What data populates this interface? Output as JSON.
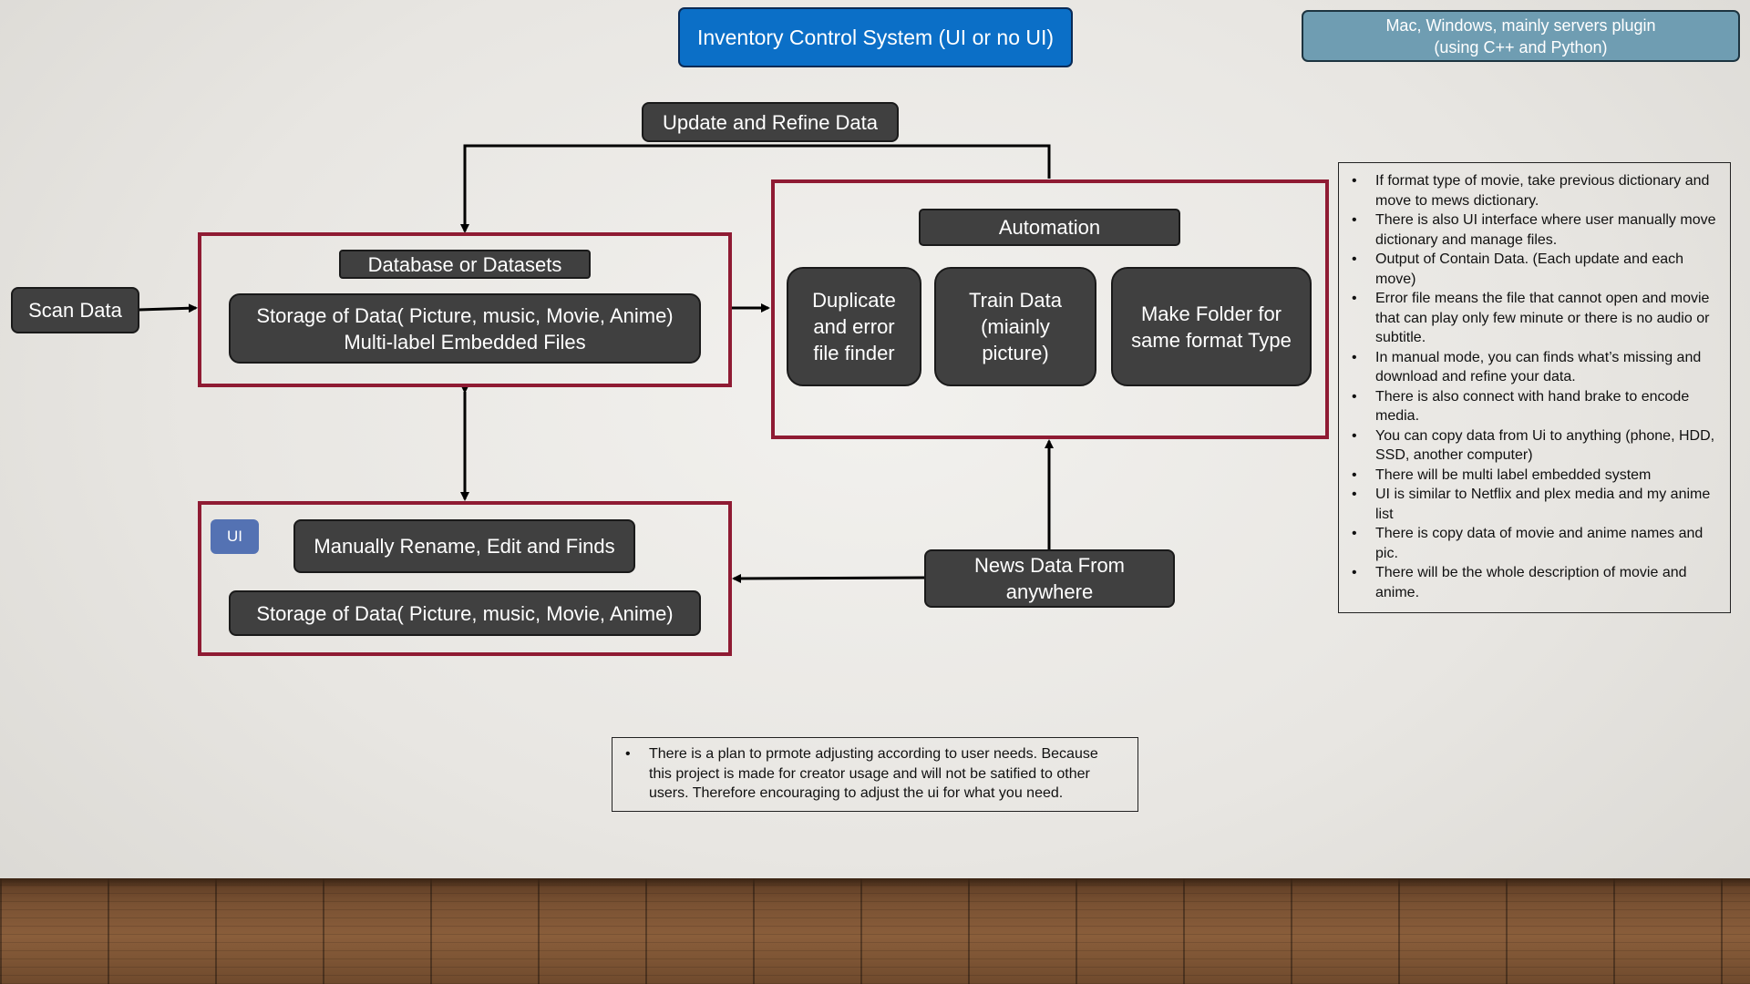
{
  "title": "Inventory Control System (UI or no UI)",
  "platform_note": {
    "line1": "Mac, Windows, mainly servers plugin",
    "line2": "(using C++ and Python)"
  },
  "update_label": "Update and Refine Data",
  "scan_label": "Scan Data",
  "database": {
    "heading": "Database or Datasets",
    "storage_line1": "Storage of Data( Picture, music, Movie, Anime)",
    "storage_line2": "Multi-label Embedded Files"
  },
  "automation": {
    "heading": "Automation",
    "dup_line1": "Duplicate",
    "dup_line2": "and error",
    "dup_line3": "file finder",
    "train_line1": "Train Data",
    "train_line2": "(miainly",
    "train_line3": "picture)",
    "folder_line1": "Make Folder for",
    "folder_line2": "same format Type"
  },
  "ui_section": {
    "badge": "UI",
    "manual": "Manually Rename, Edit and Finds",
    "storage": "Storage of Data( Picture, music, Movie, Anime)"
  },
  "news": {
    "line1": "News Data From",
    "line2": "anywhere"
  },
  "notes": [
    "If format type of movie, take previous dictionary and move to mews dictionary.",
    "There is also UI interface where user manually move dictionary and manage files.",
    "Output of Contain Data. (Each update and each move)",
    "Error file means the file that cannot open and movie that can play only few minute or there is no audio or subtitle.",
    "In manual mode, you can finds what’s missing and download and refine your data.",
    "There is also connect with hand brake to encode media.",
    "You can copy data from Ui to anything (phone, HDD, SSD, another computer)",
    "There will be multi label embedded system",
    "UI is similar to Netflix and plex media and my anime list",
    "There is copy data of movie and anime names and pic.",
    "There will be the whole description of movie and anime."
  ],
  "bottom_note": "There is a plan to prmote adjusting according to user needs. Because this project is made for creator usage and will not be satified to other users. Therefore encouraging to adjust the ui for what you need.",
  "colors": {
    "title_blue": "#0b6fc7",
    "platform_teal": "#6f9db2",
    "frame_red": "#8f1b33",
    "node_dark": "#404040",
    "ui_badge": "#5472b3"
  }
}
